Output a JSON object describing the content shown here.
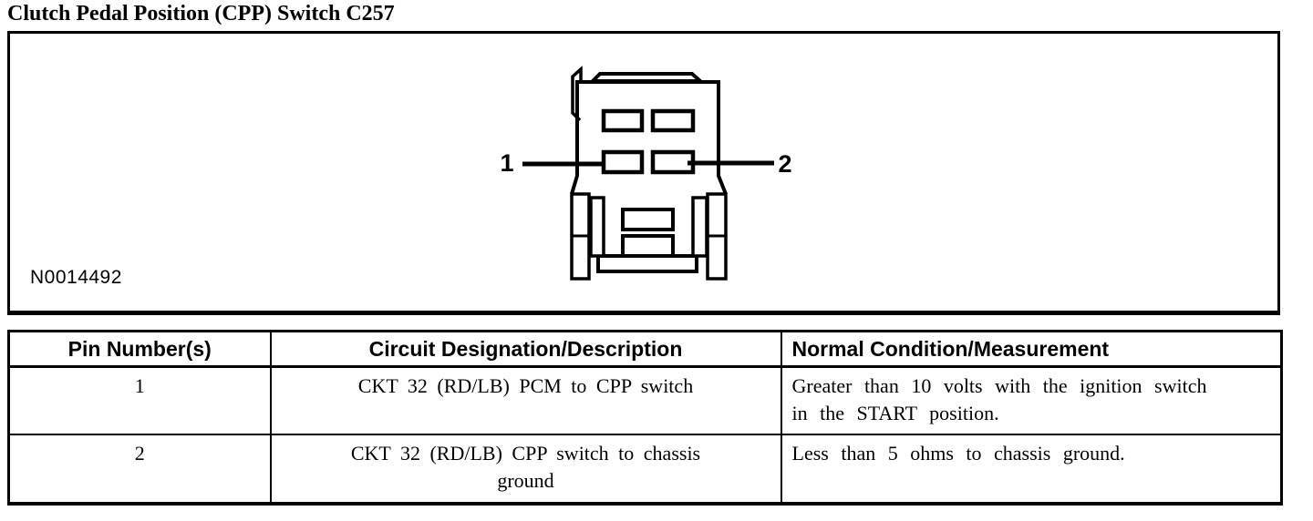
{
  "page": {
    "title": "Clutch Pedal Position (CPP) Switch C257"
  },
  "figure": {
    "caption": "N0014492",
    "pin_labels": [
      "1",
      "2"
    ]
  },
  "table": {
    "headers": {
      "pin": "Pin Number(s)",
      "circuit": "Circuit Designation/Description",
      "condition": "Normal Condition/Measurement"
    },
    "rows": [
      {
        "pin": "1",
        "circuit": "CKT 32 (RD/LB) PCM to CPP switch",
        "condition": "Greater than 10 volts with the ignition switch\nin the START position."
      },
      {
        "pin": "2",
        "circuit": "CKT 32 (RD/LB) CPP switch to chassis\nground",
        "condition": "Less than 5 ohms to chassis ground."
      }
    ]
  },
  "colors": {
    "foreground": "#000000",
    "background": "#ffffff"
  }
}
